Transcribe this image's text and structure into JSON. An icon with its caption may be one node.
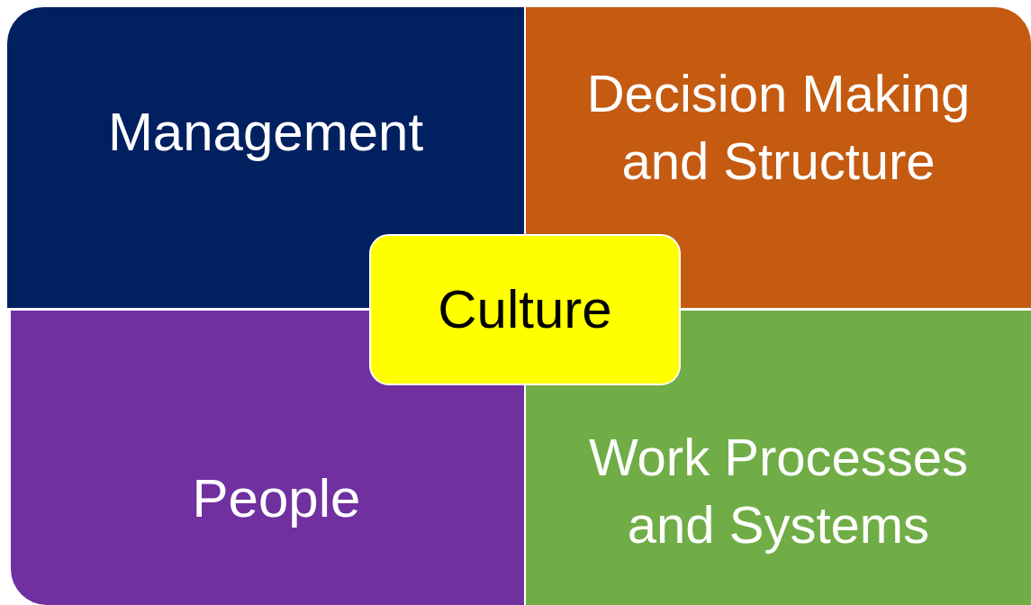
{
  "diagram": {
    "nodes": [
      {
        "text": [
          "Management"
        ]
      },
      {
        "text": [
          "Decision Making and Structure"
        ]
      },
      {
        "text": [
          "People"
        ]
      },
      {
        "text": [
          "Work Processes and Systems"
        ]
      },
      {
        "text": [
          "Culture"
        ]
      }
    ]
  }
}
